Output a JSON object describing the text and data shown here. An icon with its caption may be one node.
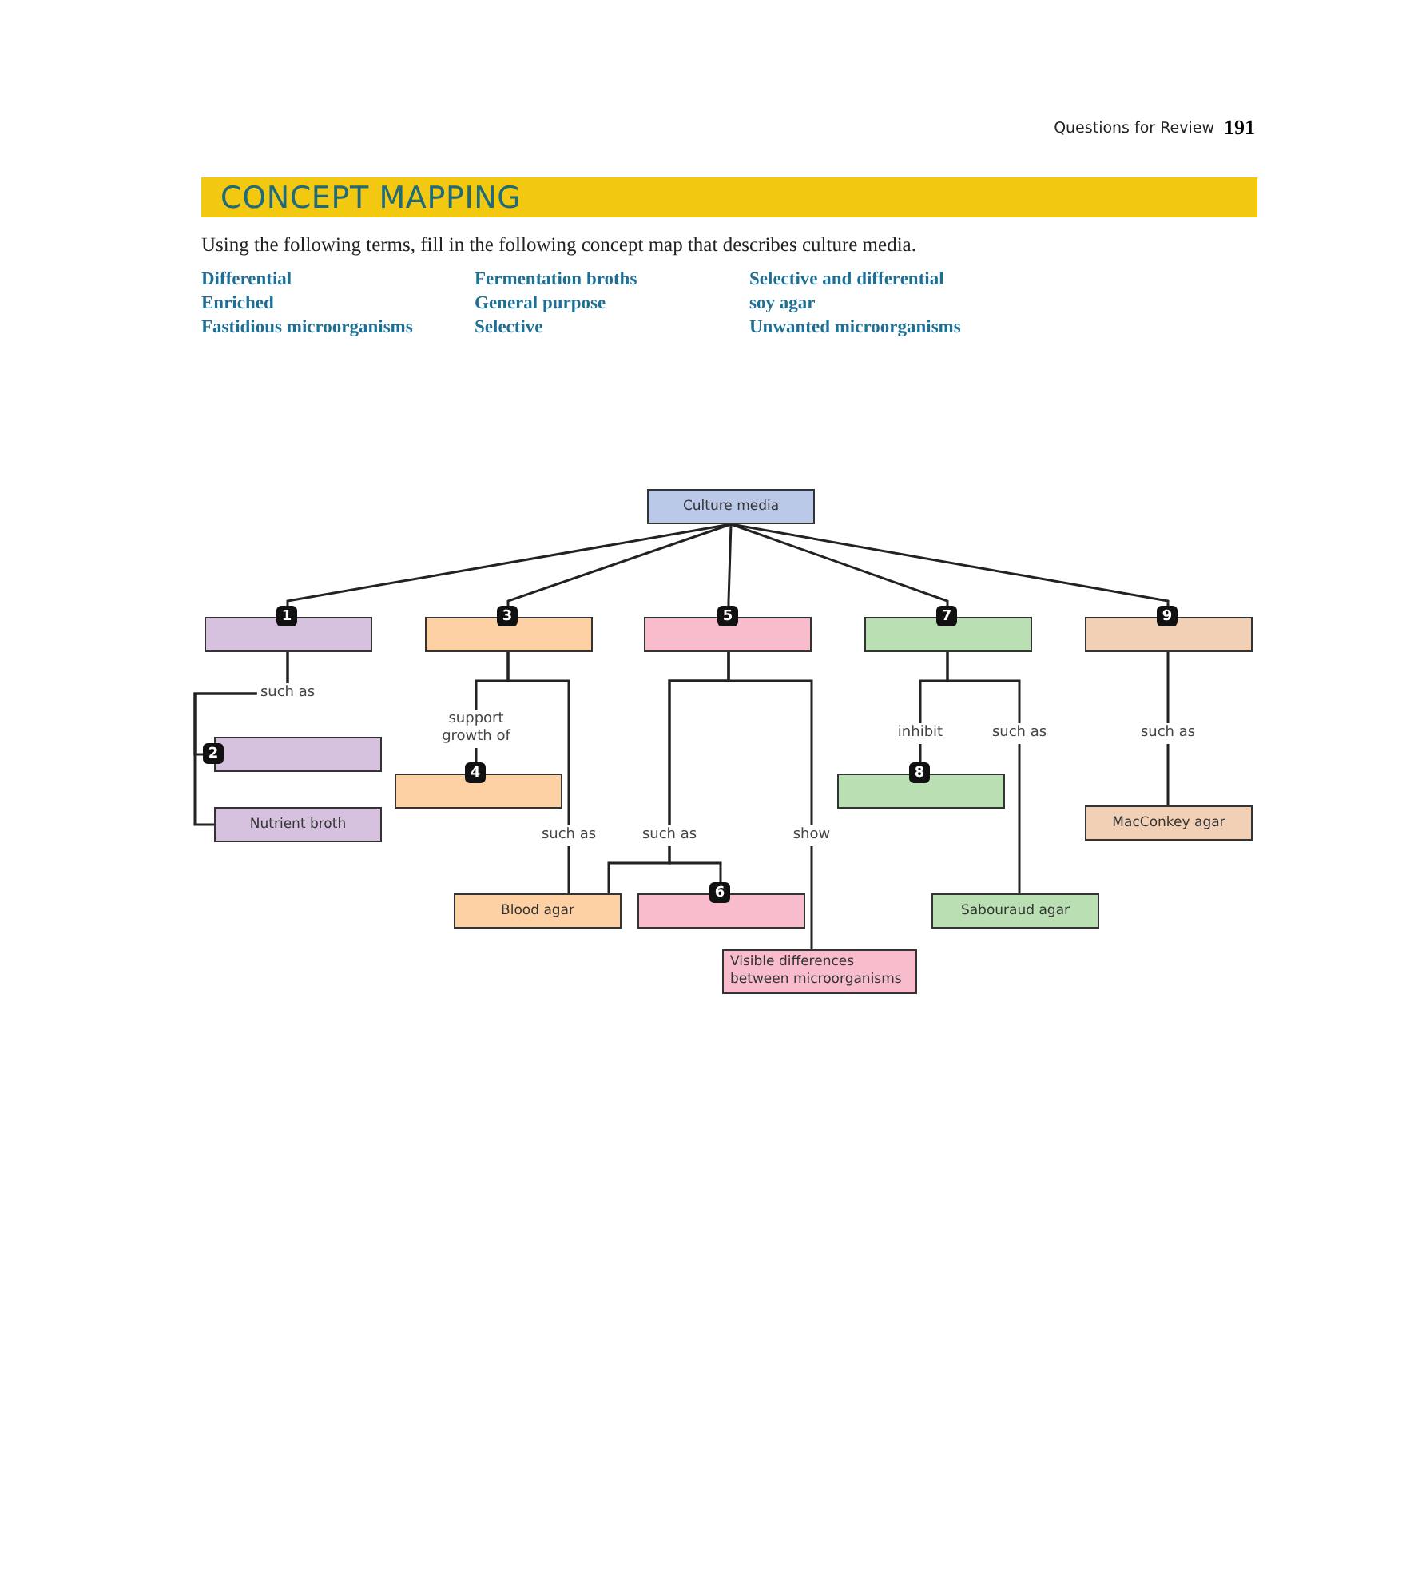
{
  "diagram": {
    "title": "CONCEPT MAPPING",
    "nodes": [
      {
        "text": [
          "Culture media"
        ]
      },
      {
        "text": [
          "1"
        ]
      },
      {
        "text": [
          "3"
        ]
      },
      {
        "text": [
          "5"
        ]
      },
      {
        "text": [
          "7"
        ]
      },
      {
        "text": [
          "9"
        ]
      },
      {
        "text": [
          "2"
        ]
      },
      {
        "text": [
          "Nutrient broth"
        ]
      },
      {
        "text": [
          "4"
        ]
      },
      {
        "text": [
          "8"
        ]
      },
      {
        "text": [
          "MacConkey agar"
        ]
      },
      {
        "text": [
          "Blood agar"
        ]
      },
      {
        "text": [
          "6"
        ]
      },
      {
        "text": [
          "Sabouraud agar"
        ]
      },
      {
        "text": [
          "Visible differences between microorganisms"
        ]
      }
    ],
    "edges": [
      {
        "from": 0,
        "to": 1,
        "arrow": "none"
      },
      {
        "from": 0,
        "to": 2,
        "arrow": "none"
      },
      {
        "from": 0,
        "to": 3,
        "arrow": "none"
      },
      {
        "from": 0,
        "to": 4,
        "arrow": "none"
      },
      {
        "from": 0,
        "to": 5,
        "arrow": "none"
      },
      {
        "from": 1,
        "to": 6,
        "arrow": "none",
        "label": "such as"
      },
      {
        "from": 1,
        "to": 7,
        "arrow": "none"
      },
      {
        "from": 2,
        "to": 8,
        "arrow": "none",
        "label": "support growth of"
      },
      {
        "from": 2,
        "to": 11,
        "arrow": "none",
        "label": "such as"
      },
      {
        "from": 3,
        "to": 11,
        "arrow": "none",
        "label": "such as"
      },
      {
        "from": 3,
        "to": 12,
        "arrow": "none"
      },
      {
        "from": 3,
        "to": 14,
        "arrow": "none",
        "label": "show"
      },
      {
        "from": 4,
        "to": 9,
        "arrow": "none",
        "label": "inhibit"
      },
      {
        "from": 4,
        "to": 13,
        "arrow": "none",
        "label": "such as"
      },
      {
        "from": 5,
        "to": 10,
        "arrow": "none",
        "label": "such as"
      }
    ],
    "labels": [
      "Questions for Review",
      "191",
      "Using the following terms, fill in the following concept map that describes culture media.",
      "Differential",
      "Fermentation broths",
      "Selective and differential",
      "Enriched",
      "General purpose",
      "soy agar",
      "Fastidious microorganisms",
      "Selective",
      "Unwanted microorganisms"
    ]
  }
}
